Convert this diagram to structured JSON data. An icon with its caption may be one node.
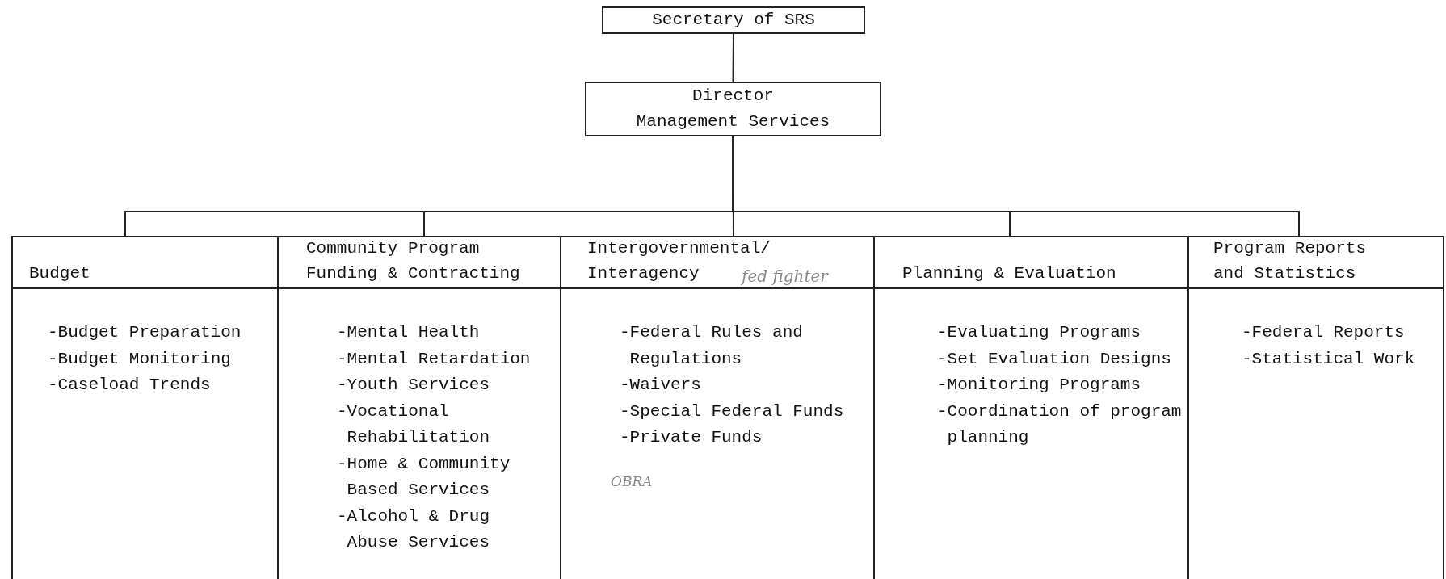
{
  "diagram": {
    "nodes": [
      {
        "text": [
          "Secretary of SRS"
        ]
      },
      {
        "text": [
          "Director",
          "Management Services"
        ]
      },
      {
        "text": [
          "Budget",
          "-Budget Preparation",
          "-Budget Monitoring",
          "-Caseload Trends"
        ]
      },
      {
        "text": [
          "Community Program Funding & Contracting",
          "-Mental Health",
          "-Mental Retardation",
          "-Youth Services",
          "-Vocational Rehabilitation",
          "-Home & Community Based Services",
          "-Alcohol & Drug Abuse Services"
        ]
      },
      {
        "text": [
          "Intergovernmental/ Interagency",
          "-Federal Rules and Regulations",
          "-Waivers",
          "-Special Federal Funds",
          "-Private Funds"
        ]
      },
      {
        "text": [
          "Planning & Evaluation",
          "-Evaluating Programs",
          "-Set Evaluation Designs",
          "-Monitoring Programs",
          "-Coordination of program planning"
        ]
      },
      {
        "text": [
          "Program Reports and Statistics",
          "-Federal Reports",
          "-Statistical Work"
        ]
      }
    ],
    "edges": [
      {
        "from": 0,
        "to": 1,
        "arrow": "none"
      },
      {
        "from": 1,
        "to": 2,
        "arrow": "none"
      },
      {
        "from": 1,
        "to": 3,
        "arrow": "none"
      },
      {
        "from": 1,
        "to": 4,
        "arrow": "none"
      },
      {
        "from": 1,
        "to": 5,
        "arrow": "none"
      },
      {
        "from": 1,
        "to": 6,
        "arrow": "none"
      }
    ],
    "labels": [
      "fed fighter",
      "OBRA"
    ]
  }
}
